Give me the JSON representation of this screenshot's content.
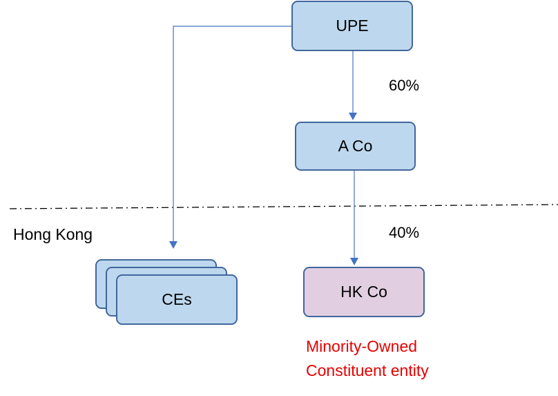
{
  "nodes": {
    "upe": "UPE",
    "a_co": "A Co",
    "hk_co": "HK Co",
    "ces": "CEs"
  },
  "ownership": {
    "upe_to_a_co": "60%",
    "a_co_to_hk_co": "40%"
  },
  "region_label": "Hong Kong",
  "annotation": {
    "line1": "Minority-Owned",
    "line2": "Constituent entity"
  },
  "colors": {
    "box_fill": "#bdd7ee",
    "box_border": "#41669c",
    "hk_fill": "#e1cfe1",
    "connector": "#4472c4",
    "annotation_text": "#e60000"
  }
}
